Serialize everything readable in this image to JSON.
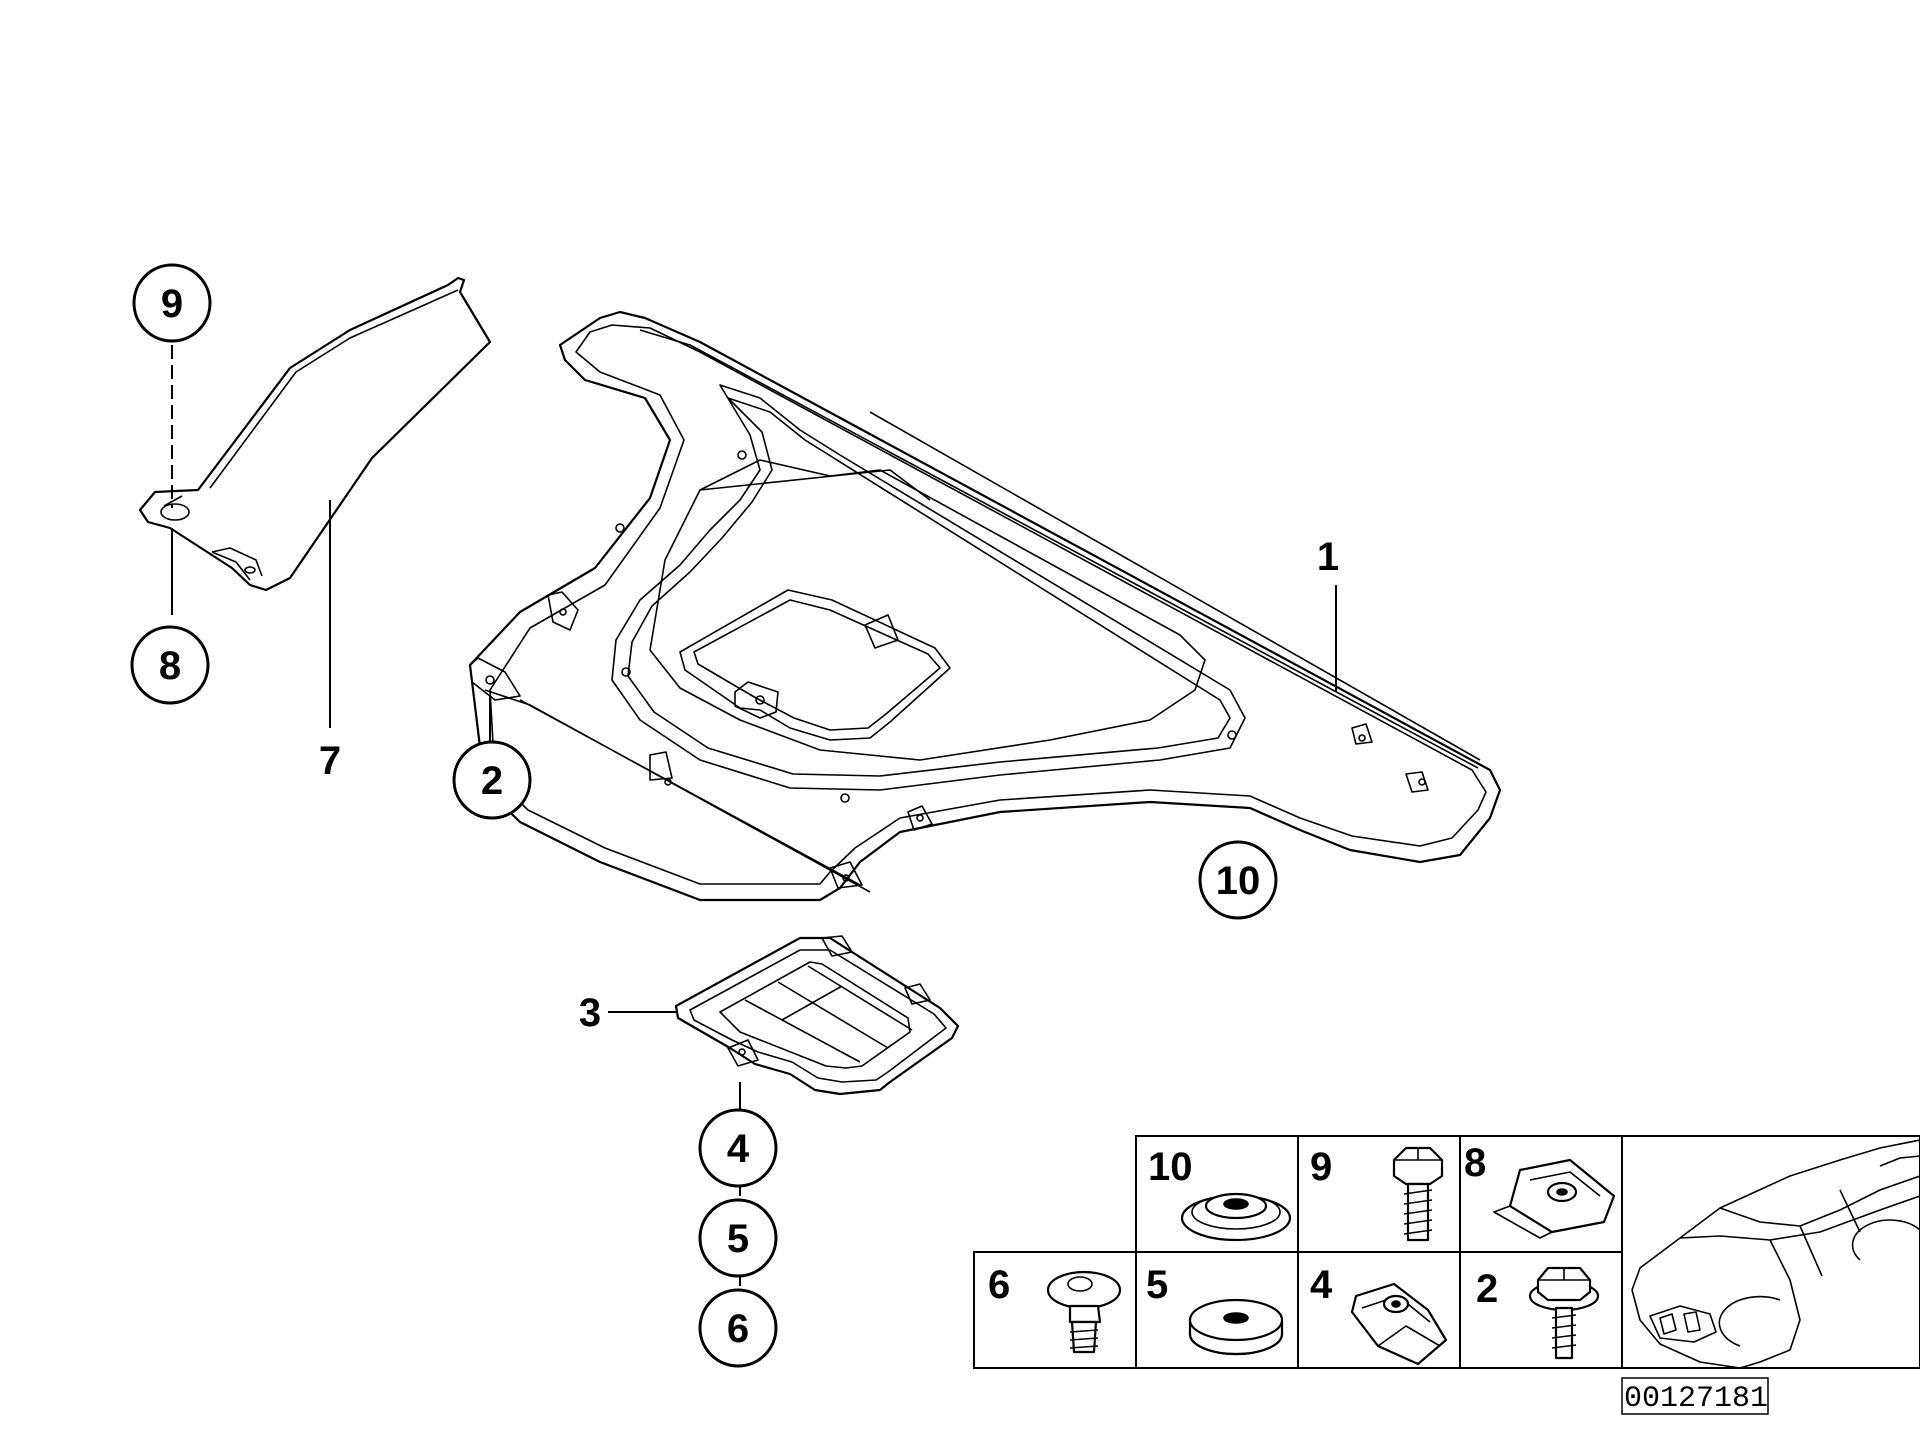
{
  "diagram": {
    "callouts": [
      {
        "id": "c1",
        "label": "1",
        "circled": false
      },
      {
        "id": "c2",
        "label": "2",
        "circled": true
      },
      {
        "id": "c3",
        "label": "3",
        "circled": false
      },
      {
        "id": "c4",
        "label": "4",
        "circled": true
      },
      {
        "id": "c5",
        "label": "5",
        "circled": true
      },
      {
        "id": "c6",
        "label": "6",
        "circled": true
      },
      {
        "id": "c7",
        "label": "7",
        "circled": false
      },
      {
        "id": "c8",
        "label": "8",
        "circled": true
      },
      {
        "id": "c9",
        "label": "9",
        "circled": true
      },
      {
        "id": "c10",
        "label": "10",
        "circled": true
      }
    ],
    "legend": [
      {
        "label": "10",
        "part": "grommet-icon"
      },
      {
        "label": "9",
        "part": "hex-bolt-icon"
      },
      {
        "label": "8",
        "part": "clip-nut-icon"
      },
      {
        "label": "6",
        "part": "expanding-rivet-icon"
      },
      {
        "label": "5",
        "part": "washer-icon"
      },
      {
        "label": "4",
        "part": "spring-clip-icon"
      },
      {
        "label": "2",
        "part": "flange-bolt-icon"
      }
    ],
    "doc_number": "00127181"
  }
}
